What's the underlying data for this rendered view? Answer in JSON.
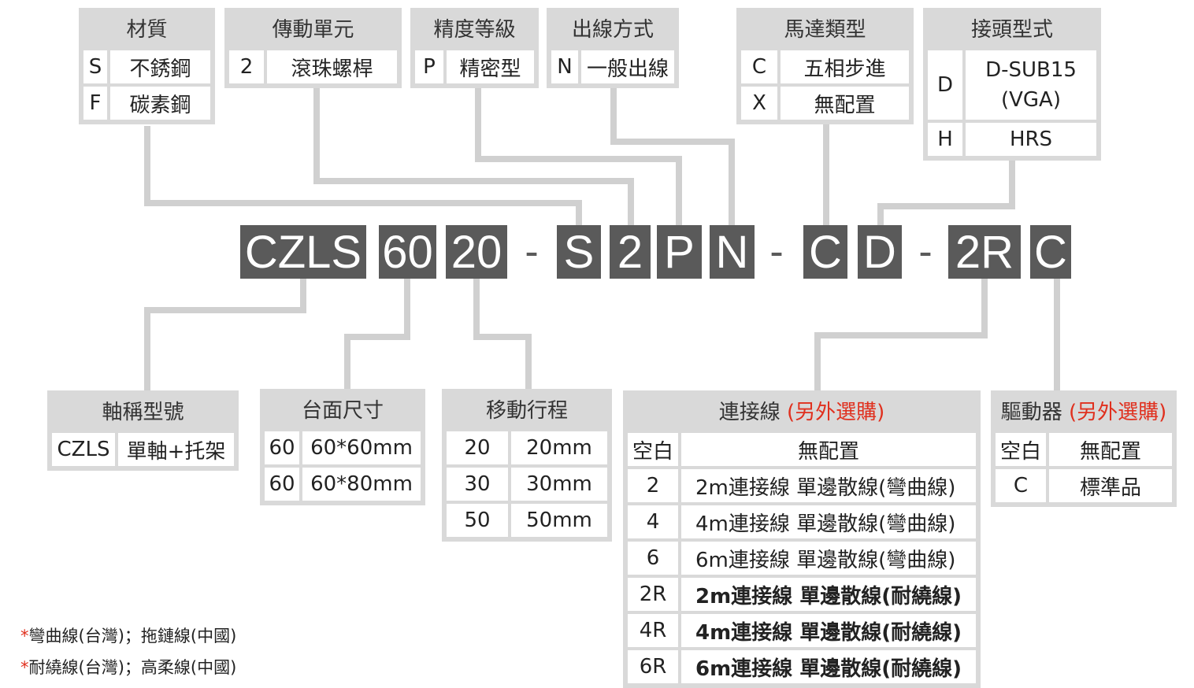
{
  "code": {
    "model": "CZLS",
    "size": "60",
    "stroke": "20",
    "material": "S",
    "drive": "2",
    "precision": "P",
    "wiring": "N",
    "motor": "C",
    "connector": "D",
    "cable": "2R",
    "driver": "C",
    "dash": "-"
  },
  "material": {
    "title": "材質",
    "rows": [
      [
        "S",
        "不銹鋼"
      ],
      [
        "F",
        "碳素鋼"
      ]
    ]
  },
  "drive_unit": {
    "title": "傳動單元",
    "rows": [
      [
        "2",
        "滾珠螺桿"
      ]
    ]
  },
  "precision": {
    "title": "精度等級",
    "rows": [
      [
        "P",
        "精密型"
      ]
    ]
  },
  "wiring": {
    "title": "出線方式",
    "rows": [
      [
        "N",
        "一般出線"
      ]
    ]
  },
  "motor": {
    "title": "馬達類型",
    "rows": [
      [
        "C",
        "五相步進"
      ],
      [
        "X",
        "無配置"
      ]
    ]
  },
  "connector": {
    "title": "接頭型式",
    "rows": [
      [
        "D",
        "D-SUB15",
        "(VGA)"
      ],
      [
        "H",
        "HRS"
      ]
    ]
  },
  "axis": {
    "title": "軸稱型號",
    "rows": [
      [
        "CZLS",
        "單軸+托架"
      ]
    ]
  },
  "table_size": {
    "title": "台面尺寸",
    "rows": [
      [
        "60",
        "60*60mm"
      ],
      [
        "60",
        "60*80mm"
      ]
    ]
  },
  "travel": {
    "title": "移動行程",
    "rows": [
      [
        "20",
        "20mm"
      ],
      [
        "30",
        "30mm"
      ],
      [
        "50",
        "50mm"
      ]
    ]
  },
  "cable": {
    "title": "連接線",
    "title_extra": "(另外選購)",
    "rows": [
      [
        "空白",
        "無配置"
      ],
      [
        "2",
        "2m連接線 單邊散線(彎曲線)"
      ],
      [
        "4",
        "4m連接線 單邊散線(彎曲線)"
      ],
      [
        "6",
        "6m連接線 單邊散線(彎曲線)"
      ],
      [
        "2R",
        "2m連接線 單邊散線(耐繞線)"
      ],
      [
        "4R",
        "4m連接線 單邊散線(耐繞線)"
      ],
      [
        "6R",
        "6m連接線 單邊散線(耐繞線)"
      ]
    ]
  },
  "driver": {
    "title": "驅動器",
    "title_extra": "(另外選購)",
    "rows": [
      [
        "空白",
        "無配置"
      ],
      [
        "C",
        "標準品"
      ]
    ]
  },
  "notes": {
    "star": "*",
    "line1": "彎曲線(台灣)；拖鏈線(中國)",
    "line2": "耐繞線(台灣)；高柔線(中國)"
  },
  "colors": {
    "box_bg": "#d9d9d9",
    "code_bg": "#5a5a5a",
    "accent_red": "#e0301e"
  }
}
